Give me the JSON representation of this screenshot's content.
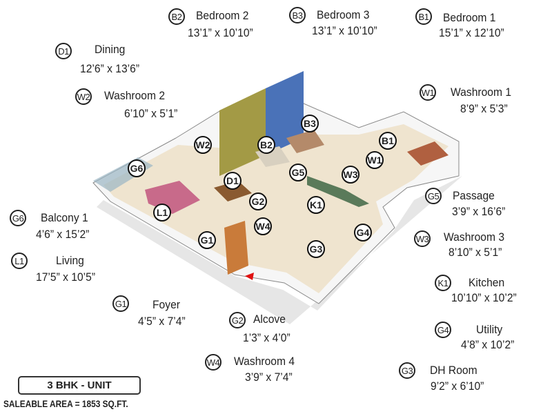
{
  "unit": {
    "title": "3 BHK - UNIT",
    "area": "SALEABLE AREA = 1853 SQ.FT."
  },
  "rooms": [
    {
      "code": "B2",
      "name": "Bedroom 2",
      "dims": "13’1” x 10’10”"
    },
    {
      "code": "B3",
      "name": "Bedroom 3",
      "dims": "13’1” x 10’10”"
    },
    {
      "code": "B1",
      "name": "Bedroom 1",
      "dims": "15’1” x 12’10”"
    },
    {
      "code": "D1",
      "name": "Dining",
      "dims": "12’6” x 13’6”"
    },
    {
      "code": "W2",
      "name": "Washroom 2",
      "dims": "6’10” x 5’1”"
    },
    {
      "code": "W1",
      "name": "Washroom 1",
      "dims": "8’9” x 5’3”"
    },
    {
      "code": "G5",
      "name": "Passage",
      "dims": "3’9” x 16’6”"
    },
    {
      "code": "G6",
      "name": "Balcony 1",
      "dims": "4’6” x 15’2”"
    },
    {
      "code": "W3",
      "name": "Washroom 3",
      "dims": "8’10” x 5’1”"
    },
    {
      "code": "L1",
      "name": "Living",
      "dims": "17’5” x 10’5”"
    },
    {
      "code": "K1",
      "name": "Kitchen",
      "dims": "10’10” x 10’2”"
    },
    {
      "code": "G1",
      "name": "Foyer",
      "dims": "4’5” x 7’4”"
    },
    {
      "code": "G2",
      "name": "Alcove",
      "dims": "1’3” x 4’0”"
    },
    {
      "code": "G4",
      "name": "Utility",
      "dims": "4’8” x 10’2”"
    },
    {
      "code": "W4",
      "name": "Washroom 4",
      "dims": "3’9” x 7’4”"
    },
    {
      "code": "G3",
      "name": "DH Room",
      "dims": "9’2” x 6’10”"
    }
  ],
  "colors": {
    "wall_olive": "#a39a45",
    "wall_blue": "#4a72b8",
    "floor": "#efe6d2",
    "wall": "#f4f4f4",
    "entry_arrow": "#e01010"
  }
}
